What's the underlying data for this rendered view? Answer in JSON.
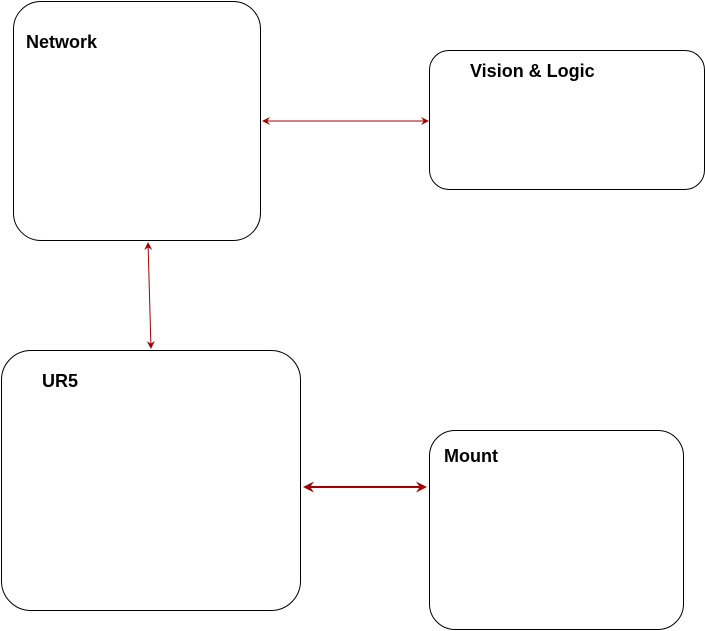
{
  "diagram": {
    "nodes": [
      {
        "id": "network",
        "label": "Network"
      },
      {
        "id": "vision",
        "label": "Vision & Logic"
      },
      {
        "id": "ur5",
        "label": "UR5"
      },
      {
        "id": "mount",
        "label": "Mount"
      }
    ],
    "edges": [
      {
        "from": "network",
        "to": "vision",
        "direction": "both"
      },
      {
        "from": "network",
        "to": "ur5",
        "direction": "both"
      },
      {
        "from": "ur5",
        "to": "mount",
        "direction": "both"
      }
    ],
    "colors": {
      "connector": "#a50000",
      "box_border": "#000000",
      "background": "#ffffff"
    }
  }
}
